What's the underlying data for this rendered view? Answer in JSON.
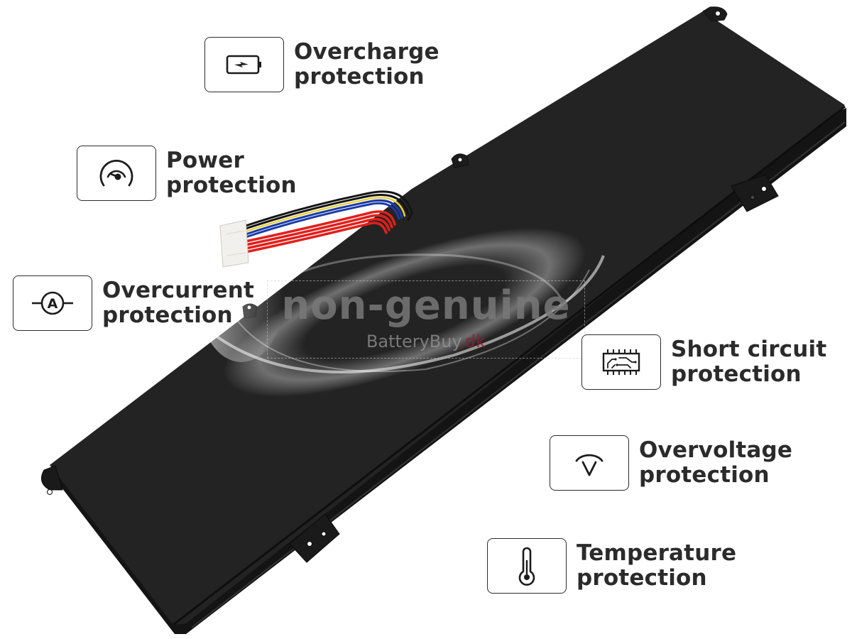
{
  "features": [
    {
      "id": "overcharge",
      "icon": "battery-bolt-icon",
      "line1": "Overcharge",
      "line2": "protection"
    },
    {
      "id": "power",
      "icon": "gauge-icon",
      "line1": "Power",
      "line2": "protection"
    },
    {
      "id": "overcurrent",
      "icon": "ammeter-icon",
      "line1": "Overcurrent",
      "line2": "protection"
    },
    {
      "id": "short-circuit",
      "icon": "circuit-chip-icon",
      "line1": "Short circuit",
      "line2": "protection"
    },
    {
      "id": "overvoltage",
      "icon": "voltmeter-icon",
      "line1": "Overvoltage",
      "line2": "protection"
    },
    {
      "id": "temperature",
      "icon": "thermometer-icon",
      "line1": "Temperature",
      "line2": "protection"
    }
  ],
  "watermark": {
    "main": "non-genuine",
    "brand": "BatteryBuy",
    "tld": ".dk"
  },
  "colors": {
    "battery_body": "#232323",
    "text": "#2b2b2b",
    "wire_red": "#e0201b",
    "wire_blue": "#1a3aa8",
    "wire_yellow": "#e8d23a",
    "wire_black": "#151515",
    "connector": "#f2f0ec"
  }
}
